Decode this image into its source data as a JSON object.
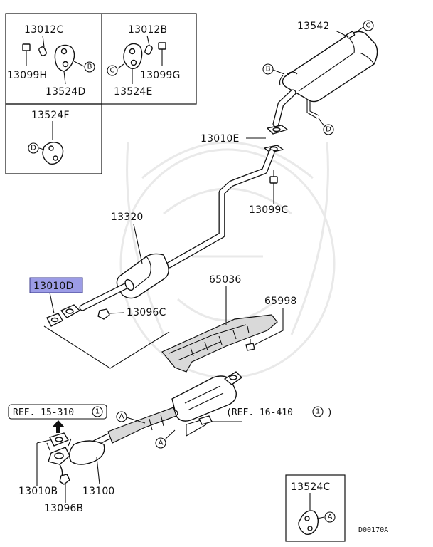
{
  "labels": {
    "p13012C": "13012C",
    "p13099H": "13099H",
    "p13524D": "13524D",
    "p13012B": "13012B",
    "p13099G": "13099G",
    "p13524E": "13524E",
    "p13524F": "13524F",
    "p13542": "13542",
    "p13010E": "13010E",
    "p13099C": "13099C",
    "p13320": "13320",
    "p13010D": "13010D",
    "p13096C": "13096C",
    "p65036": "65036",
    "p65998": "65998",
    "p13010B": "13010B",
    "p13100": "13100",
    "p13096B": "13096B",
    "p13524C": "13524C"
  },
  "refs": {
    "ref1": "REF. 15-310",
    "ref1_num": "1",
    "ref2": "(REF. 16-410",
    "ref2_num": "1",
    "ref2_tail": ")"
  },
  "callouts": {
    "A": "A",
    "B": "B",
    "C": "C",
    "D": "D"
  },
  "diagram_code": "D00170A",
  "colors": {
    "highlight_fill": "#9c9ce6",
    "ink": "#111111",
    "watermark": "#e9e9e9"
  }
}
